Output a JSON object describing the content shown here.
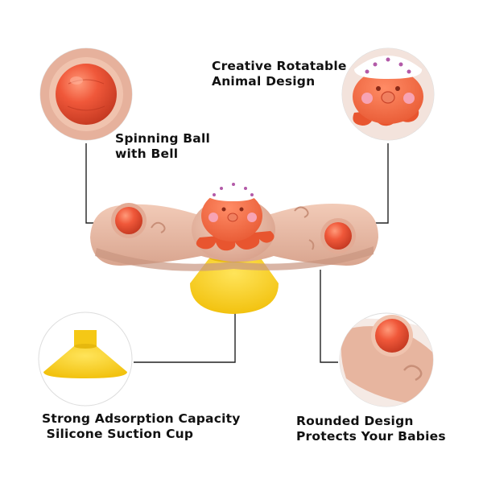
{
  "features": {
    "ball": {
      "line1": "Spinning Ball",
      "line2": "with Bell"
    },
    "animal": {
      "line1": "Creative Rotatable",
      "line2": "Animal Design"
    },
    "suction": {
      "line1": "Strong Adsorption Capacity",
      "line2": " Silicone Suction Cup"
    },
    "rounded": {
      "line1": "Rounded Design",
      "line2": "Protects Your Babies"
    }
  },
  "colors": {
    "background": "#ffffff",
    "spinner_body": "#e8b8a2",
    "ball": "#ef5a3c",
    "octopus": "#f26a43",
    "hat": "#ffffff",
    "suction_cup": "#f8d21a",
    "text": "#111111",
    "leader_line": "#222222"
  }
}
